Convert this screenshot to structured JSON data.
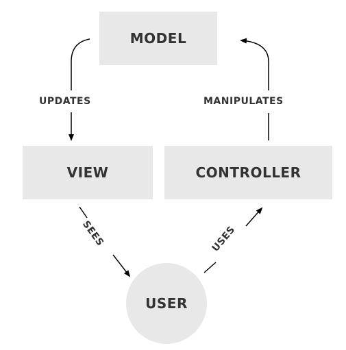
{
  "nodes": {
    "model": "MODEL",
    "view": "VIEW",
    "controller": "CONTROLLER",
    "user": "USER"
  },
  "edges": {
    "updates": "UPDATES",
    "manipulates": "MANIPULATES",
    "sees": "SEES",
    "uses": "USES"
  },
  "colors": {
    "node_fill": "#e8e8e8",
    "text": "#333333",
    "line": "#000000"
  }
}
